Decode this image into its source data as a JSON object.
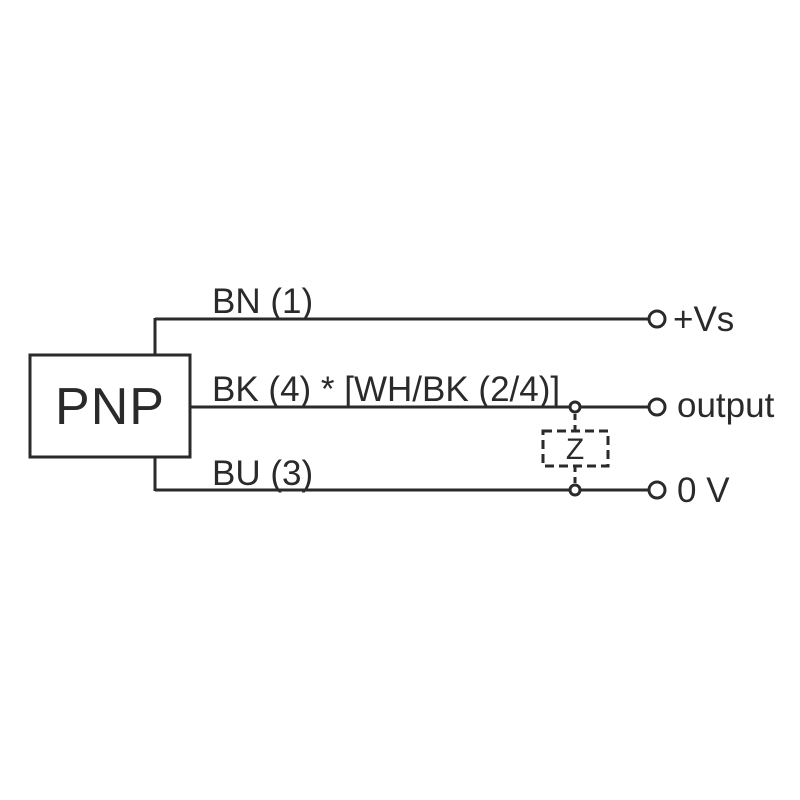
{
  "colors": {
    "background": "#ffffff",
    "line": "#2a2a2a",
    "text": "#2a2a2a"
  },
  "diagram": {
    "device_label": "PNP",
    "wires": [
      {
        "label": "BN (1)",
        "terminal": "+Vs"
      },
      {
        "label": "BK (4)  * [WH/BK (2/4)]",
        "terminal": "output"
      },
      {
        "label": "BU (3)",
        "terminal": "0 V"
      }
    ],
    "load_label": "Z"
  }
}
